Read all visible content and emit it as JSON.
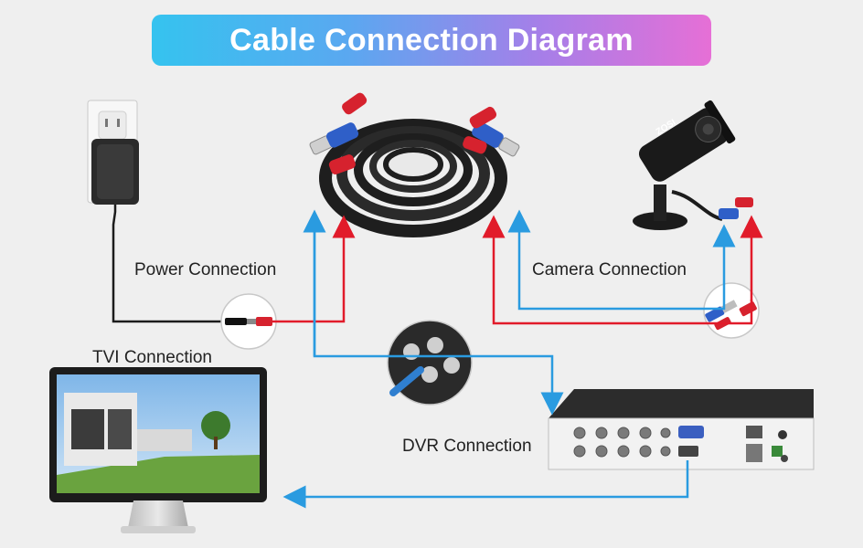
{
  "title": "Cable Connection Diagram",
  "labels": {
    "power": "Power Connection",
    "camera": "Camera Connection",
    "tvi": "TVI Connection",
    "dvr": "DVR Connection"
  },
  "camera_brand": "ZOSI",
  "colors": {
    "power_line": "#e11b2a",
    "video_line": "#2a9be0",
    "cable": "#1e1e1e",
    "connector_blue": "#2f5fc8",
    "connector_red": "#d6222e",
    "banner_start": "#35c3ef",
    "banner_end": "#e66fd6"
  },
  "icons": [
    "power-adapter-icon",
    "wall-outlet-icon",
    "coax-cable-icon",
    "camera-icon",
    "monitor-icon",
    "dvr-icon"
  ]
}
